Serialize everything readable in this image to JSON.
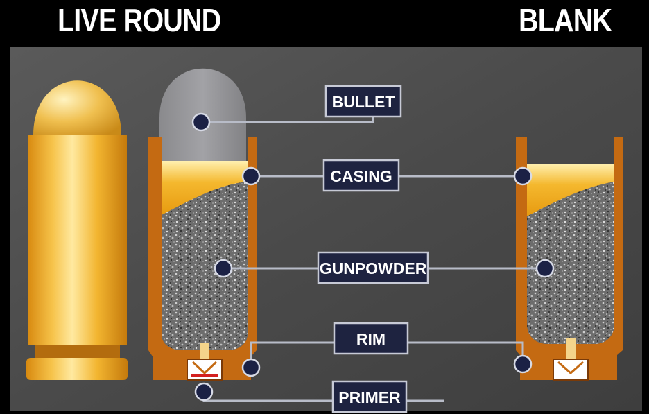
{
  "titles": {
    "live": "LIVE ROUND",
    "blank": "BLANK"
  },
  "labels": {
    "bullet": "BULLET",
    "casing": "CASING",
    "gunpowder": "GUNPOWDER",
    "rim": "RIM",
    "primer": "PRIMER"
  },
  "colors": {
    "background": "#000000",
    "panel": "#4c4c4c",
    "brass": "#e9a21c",
    "brass_light": "#ffe28a",
    "casing_wall": "#c46a12",
    "bullet_gray": "#8d8d90",
    "label_fill": "#1e2340",
    "label_border": "#c7cad6",
    "dot": "#1b2145",
    "primer_red": "#d42020"
  }
}
